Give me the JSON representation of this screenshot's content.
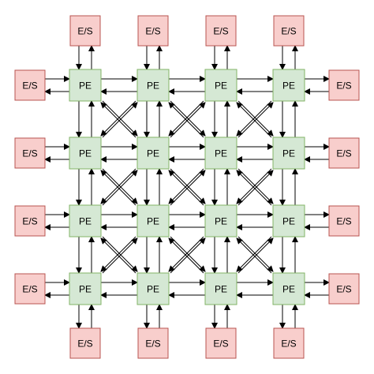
{
  "diagram": {
    "pe_label": "PE",
    "io_label": "E/S",
    "grid_rows": 4,
    "grid_cols": 4,
    "colors": {
      "pe_fill": "#d5e8d4",
      "pe_stroke": "#82b366",
      "io_fill": "#f8cecc",
      "io_stroke": "#b85450",
      "arrow": "#000000"
    }
  }
}
